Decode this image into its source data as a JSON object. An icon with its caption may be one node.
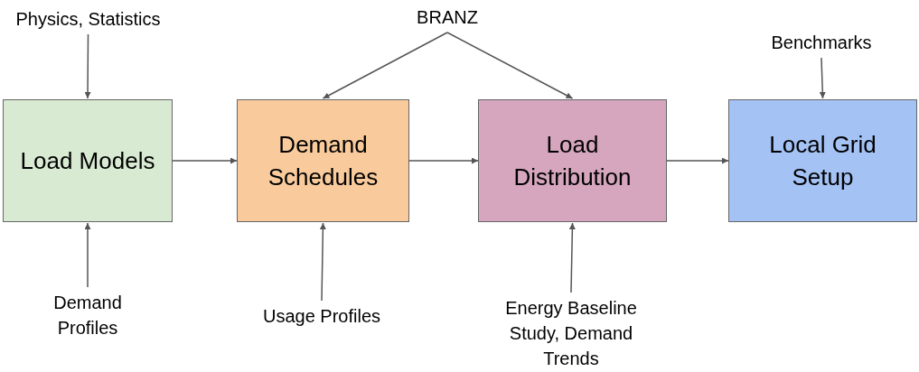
{
  "diagram": {
    "nodes": [
      {
        "text": [
          "Physics, Statistics"
        ]
      },
      {
        "text": [
          "BRANZ"
        ]
      },
      {
        "text": [
          "Benchmarks"
        ]
      },
      {
        "text": [
          "Load Models"
        ]
      },
      {
        "text": [
          "Demand Schedules"
        ]
      },
      {
        "text": [
          "Load Distribution"
        ]
      },
      {
        "text": [
          "Local Grid Setup"
        ]
      },
      {
        "text": [
          "Demand Profiles"
        ]
      },
      {
        "text": [
          "Usage Profiles"
        ]
      },
      {
        "text": [
          "Energy Baseline Study, Demand Trends"
        ]
      }
    ],
    "edges": [
      {
        "from": 0,
        "to": 3,
        "arrow": "to"
      },
      {
        "from": 1,
        "to": 4,
        "arrow": "to"
      },
      {
        "from": 1,
        "to": 5,
        "arrow": "to"
      },
      {
        "from": 2,
        "to": 6,
        "arrow": "to"
      },
      {
        "from": 3,
        "to": 4,
        "arrow": "to"
      },
      {
        "from": 4,
        "to": 5,
        "arrow": "to"
      },
      {
        "from": 5,
        "to": 6,
        "arrow": "to"
      },
      {
        "from": 7,
        "to": 3,
        "arrow": "to"
      },
      {
        "from": 8,
        "to": 4,
        "arrow": "to"
      },
      {
        "from": 9,
        "to": 5,
        "arrow": "to"
      }
    ]
  }
}
